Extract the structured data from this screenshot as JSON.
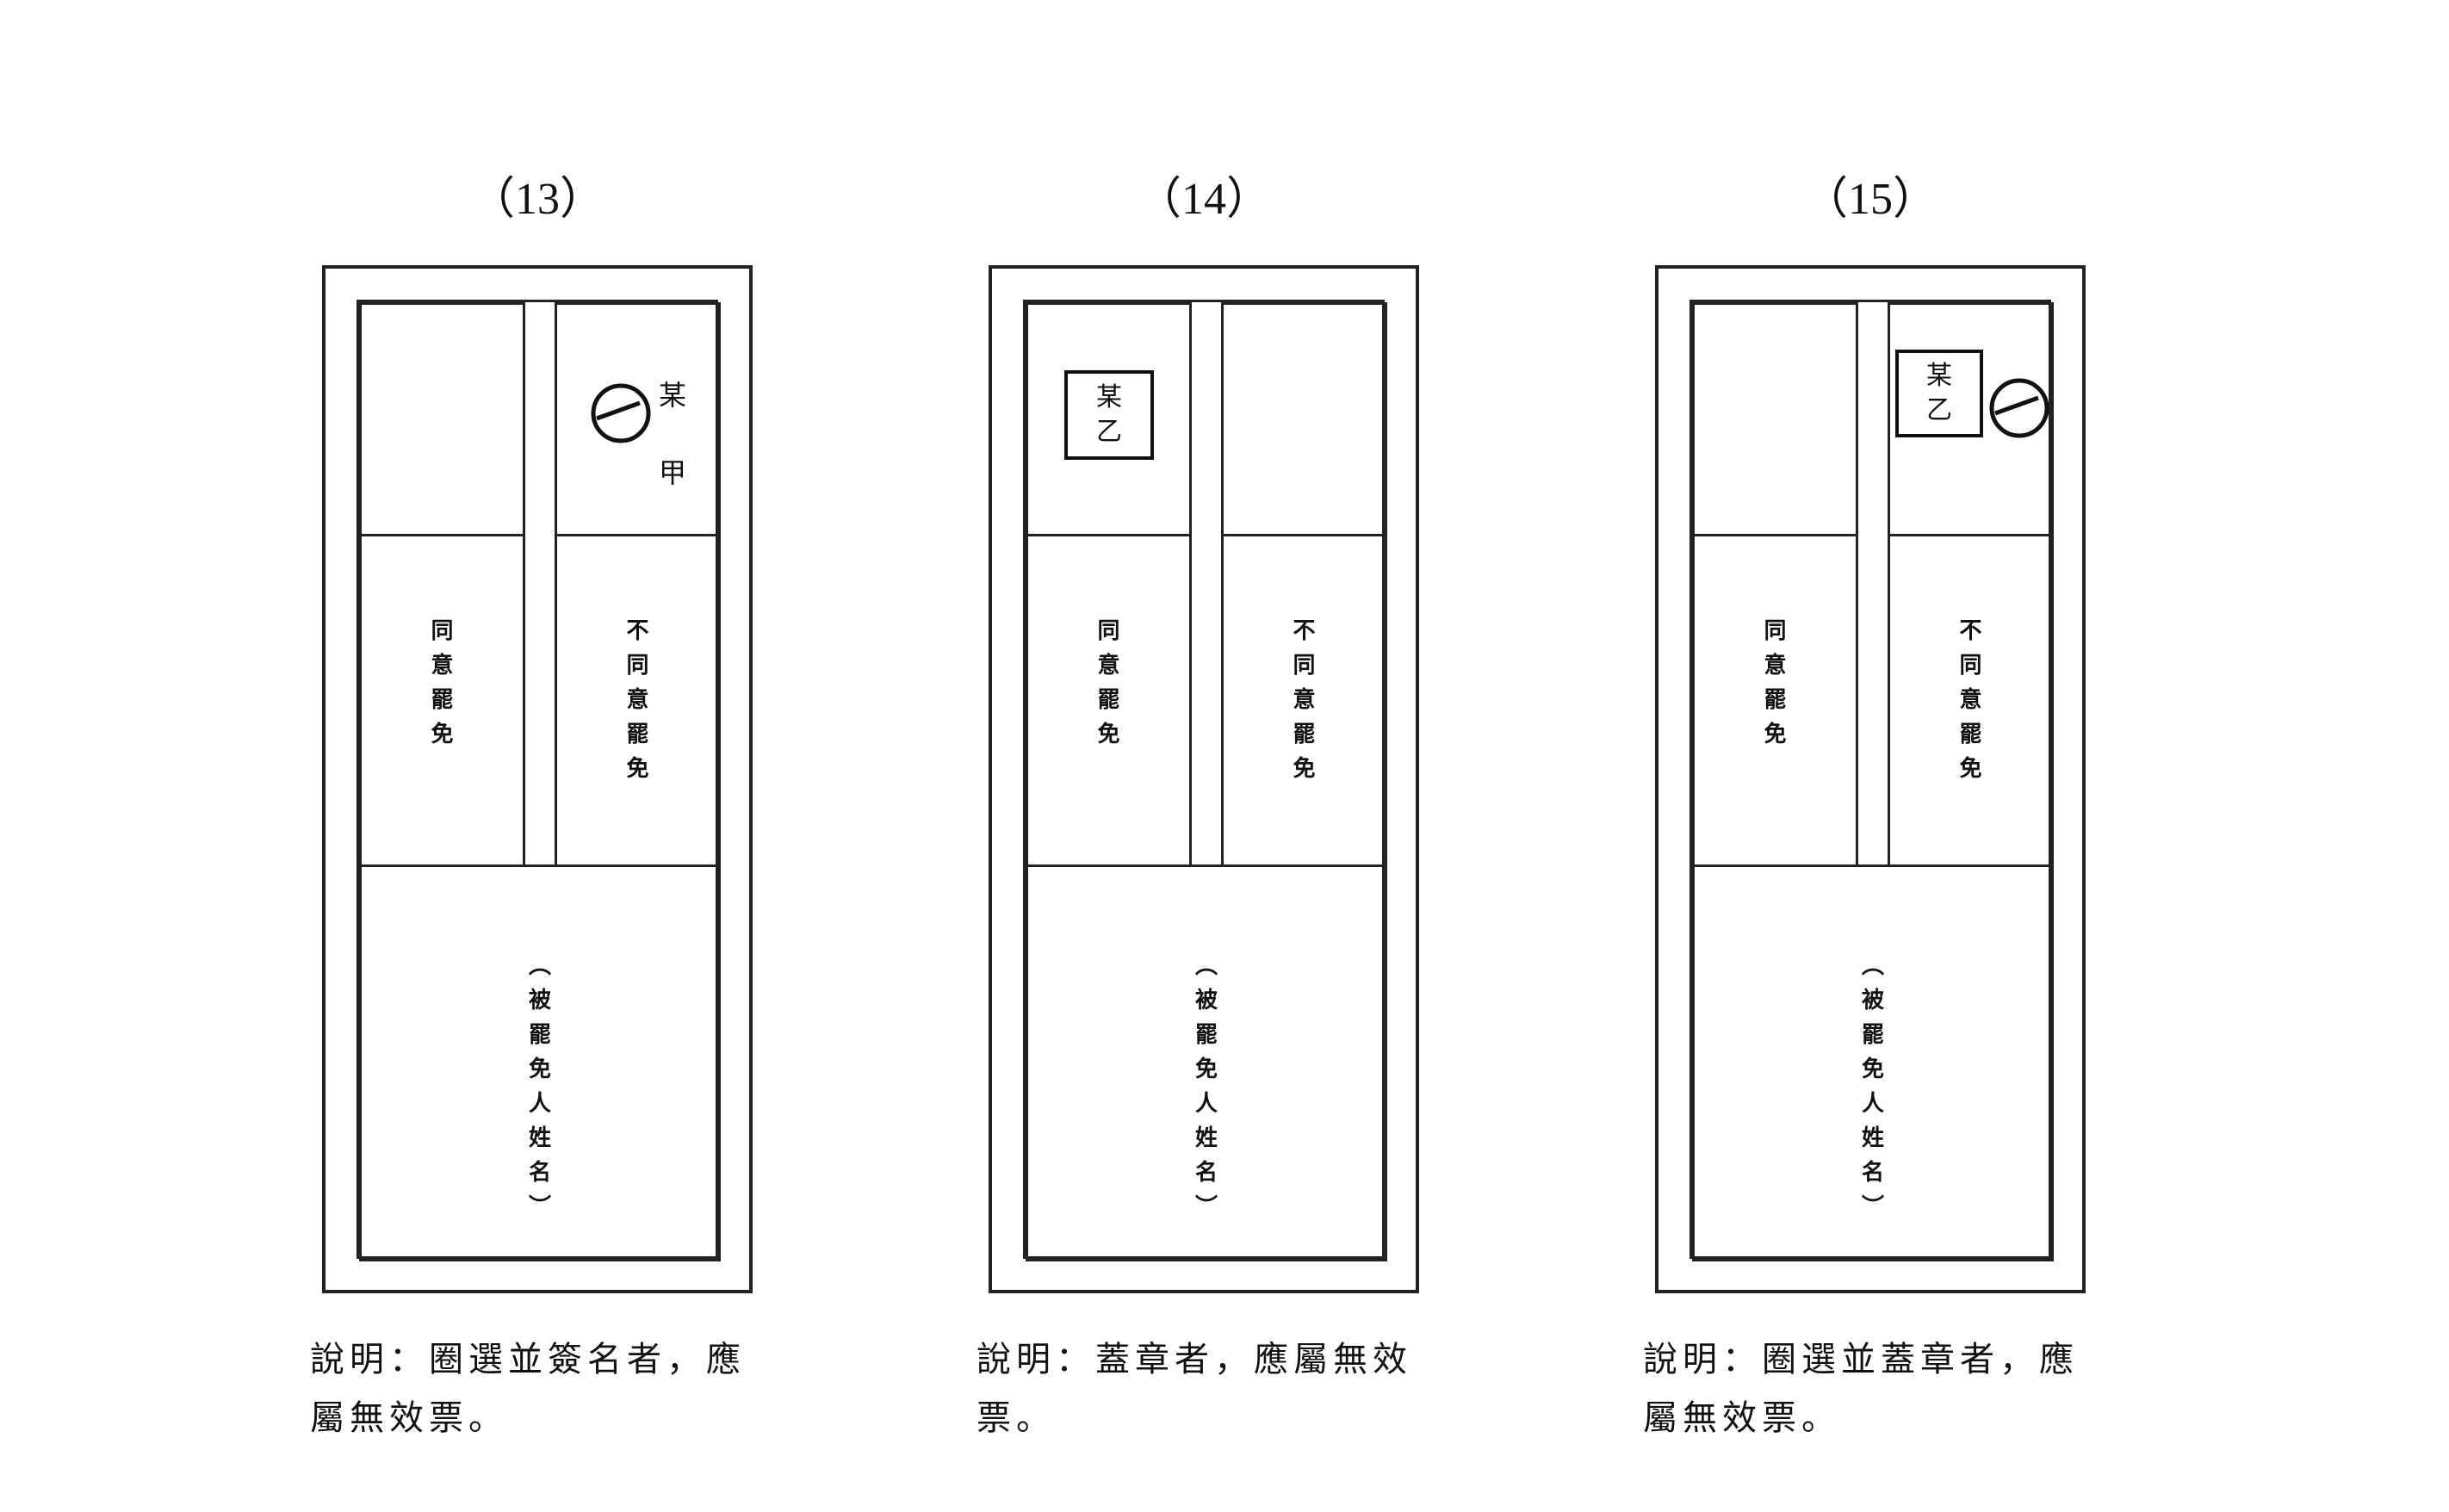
{
  "panels": [
    {
      "number": "（13）",
      "ballot": {
        "agree": [
          "同",
          "意",
          "罷",
          "免"
        ],
        "disagree": [
          "不",
          "同",
          "意",
          "罷",
          "免"
        ],
        "name": [
          "︵",
          "被",
          "罷",
          "免",
          "人",
          "姓",
          "名",
          "︶"
        ]
      },
      "marks": {
        "circle_in": "disagree",
        "signature": [
          "某",
          "甲"
        ]
      },
      "caption": [
        "說明：圈選並簽名者，應",
        "屬無效票。"
      ]
    },
    {
      "number": "（14）",
      "ballot": {
        "agree": [
          "同",
          "意",
          "罷",
          "免"
        ],
        "disagree": [
          "不",
          "同",
          "意",
          "罷",
          "免"
        ],
        "name": [
          "︵",
          "被",
          "罷",
          "免",
          "人",
          "姓",
          "名",
          "︶"
        ]
      },
      "marks": {
        "stamp_in": "agree",
        "stamp": [
          "某",
          "乙"
        ]
      },
      "caption": [
        "說明：蓋章者，應屬無效",
        "票。"
      ]
    },
    {
      "number": "（15）",
      "ballot": {
        "agree": [
          "同",
          "意",
          "罷",
          "免"
        ],
        "disagree": [
          "不",
          "同",
          "意",
          "罷",
          "免"
        ],
        "name": [
          "︵",
          "被",
          "罷",
          "免",
          "人",
          "姓",
          "名",
          "︶"
        ]
      },
      "marks": {
        "stamp_in": "disagree",
        "circle_in": "disagree",
        "stamp": [
          "某",
          "乙"
        ]
      },
      "caption": [
        "說明：圈選並蓋章者，應",
        "屬無效票。"
      ]
    }
  ]
}
